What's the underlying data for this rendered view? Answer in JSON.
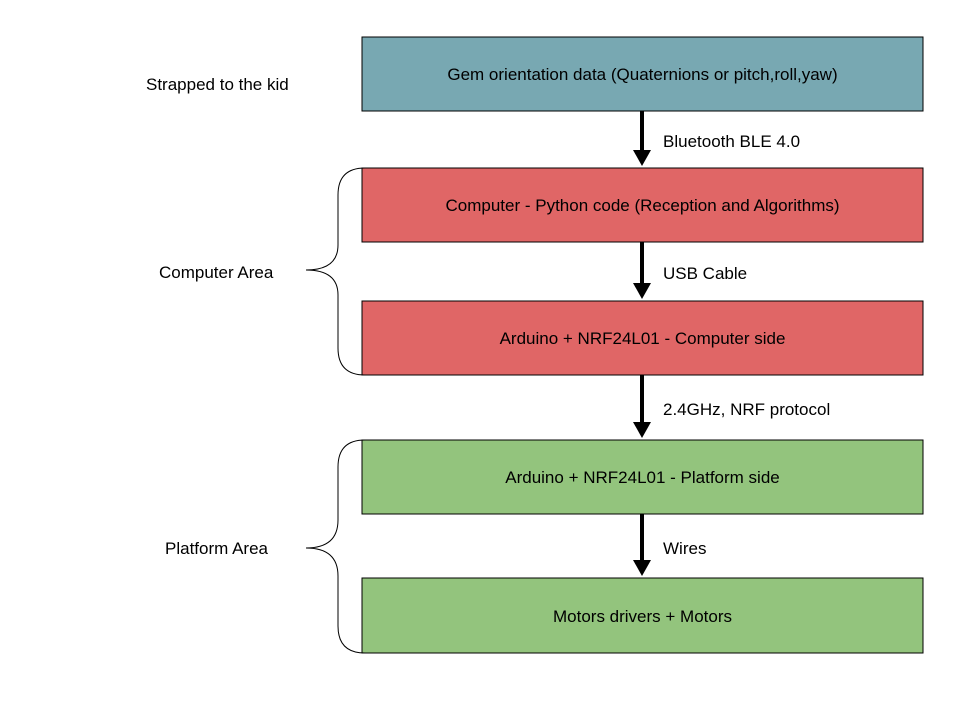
{
  "colors": {
    "top_box": "#78a8b2",
    "computer_boxes": "#e06666",
    "platform_boxes": "#93c47d",
    "stroke": "#000000"
  },
  "boxes": [
    {
      "label": "Gem orientation data (Quaternions or pitch,roll,yaw)"
    },
    {
      "label": "Computer - Python code (Reception and Algorithms)"
    },
    {
      "label": "Arduino + NRF24L01 - Computer side"
    },
    {
      "label": "Arduino + NRF24L01 - Platform side"
    },
    {
      "label": "Motors drivers + Motors"
    }
  ],
  "connections": [
    {
      "label": "Bluetooth BLE 4.0"
    },
    {
      "label": "USB Cable"
    },
    {
      "label": "2.4GHz, NRF protocol"
    },
    {
      "label": "Wires"
    }
  ],
  "groups": [
    {
      "label": "Strapped to the kid"
    },
    {
      "label": "Computer Area"
    },
    {
      "label": "Platform Area"
    }
  ]
}
